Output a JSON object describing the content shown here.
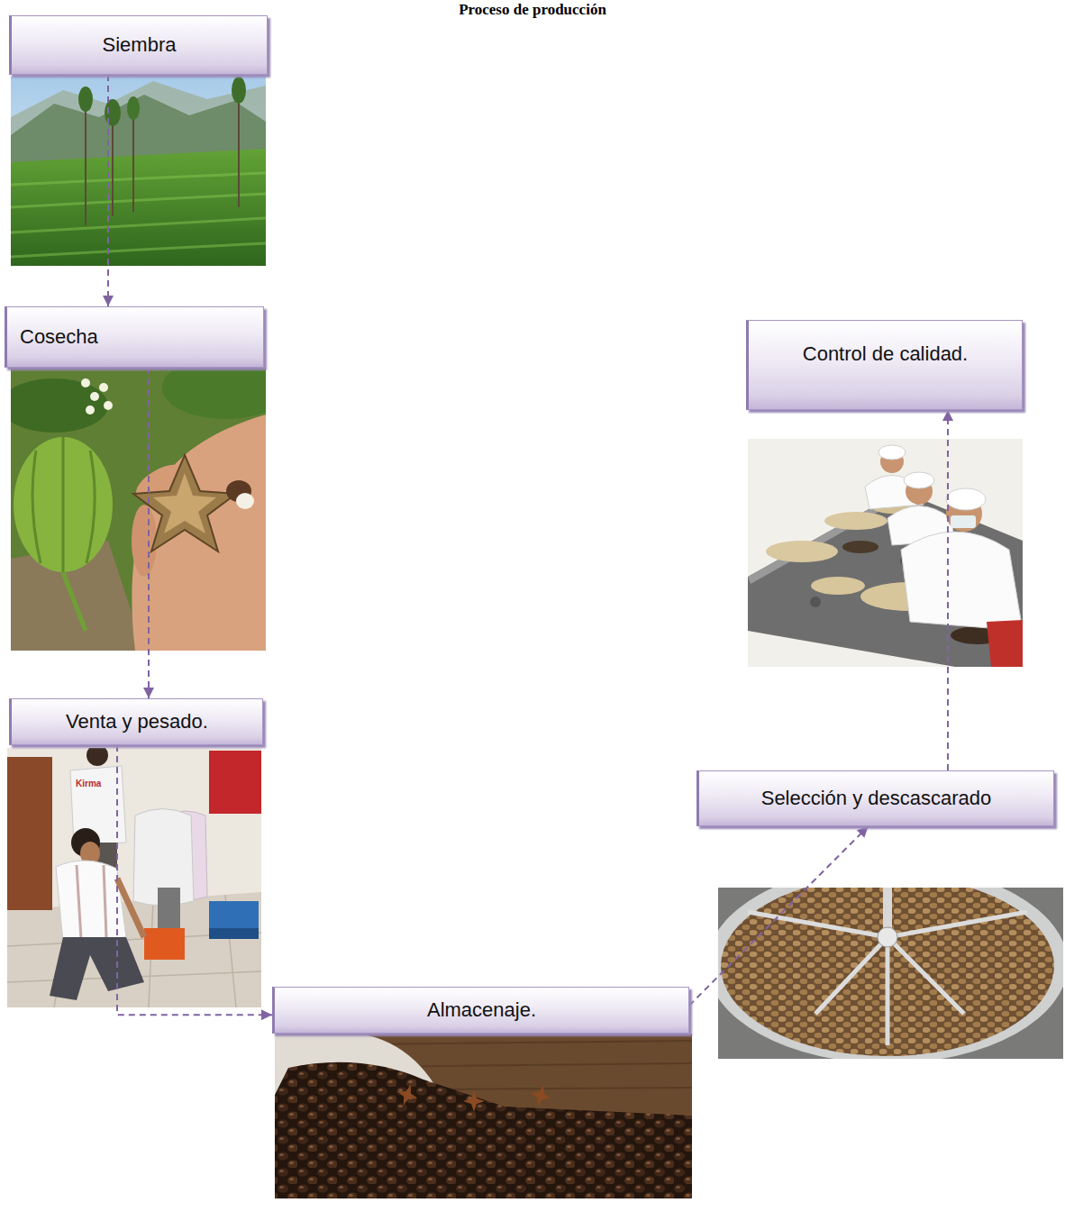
{
  "diagram": {
    "title": "Proceso de producción",
    "nodes": [
      {
        "text": [
          "Siembra"
        ]
      },
      {
        "text": [
          "Cosecha"
        ]
      },
      {
        "text": [
          "Venta y pesado."
        ]
      },
      {
        "text": [
          "Almacenaje."
        ]
      },
      {
        "text": [
          "Selección y descascarado"
        ]
      },
      {
        "text": [
          "Control de calidad."
        ]
      }
    ],
    "edges": [
      {
        "from": 0,
        "to": 1,
        "arrow": "to"
      },
      {
        "from": 1,
        "to": 2,
        "arrow": "to"
      },
      {
        "from": 2,
        "to": 3,
        "arrow": "to"
      },
      {
        "from": 3,
        "to": 4,
        "arrow": "to"
      },
      {
        "from": 4,
        "to": 5,
        "arrow": "to"
      }
    ],
    "labels": [
      "Kirma"
    ]
  }
}
